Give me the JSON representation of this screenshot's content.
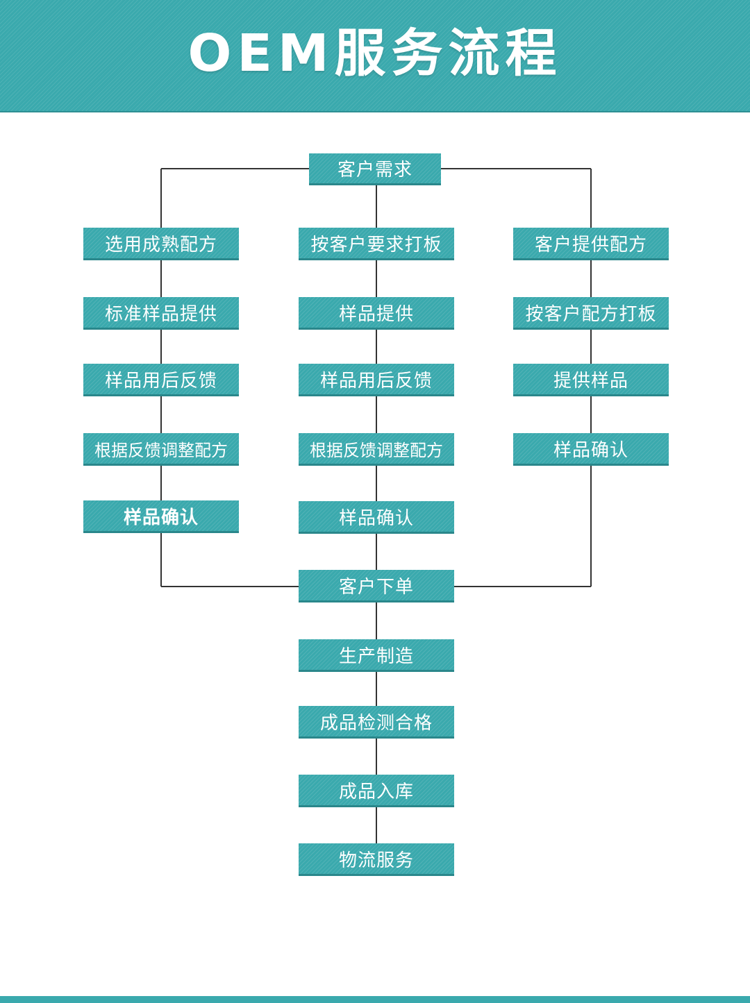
{
  "title": "OEM服务流程",
  "colors": {
    "accent": "#3aa9ad",
    "line": "#333333"
  },
  "flow": {
    "top": "客户需求",
    "left_branch": [
      "选用成熟配方",
      "标准样品提供",
      "样品用后反馈",
      "根据反馈调整配方",
      "样品确认"
    ],
    "middle_branch": [
      "按客户要求打板",
      "样品提供",
      "样品用后反馈",
      "根据反馈调整配方",
      "样品确认"
    ],
    "right_branch": [
      "客户提供配方",
      "按客户配方打板",
      "提供样品",
      "样品确认"
    ],
    "merge": "客户下单",
    "final_steps": [
      "生产制造",
      "成品检测合格",
      "成品入库",
      "物流服务"
    ]
  }
}
